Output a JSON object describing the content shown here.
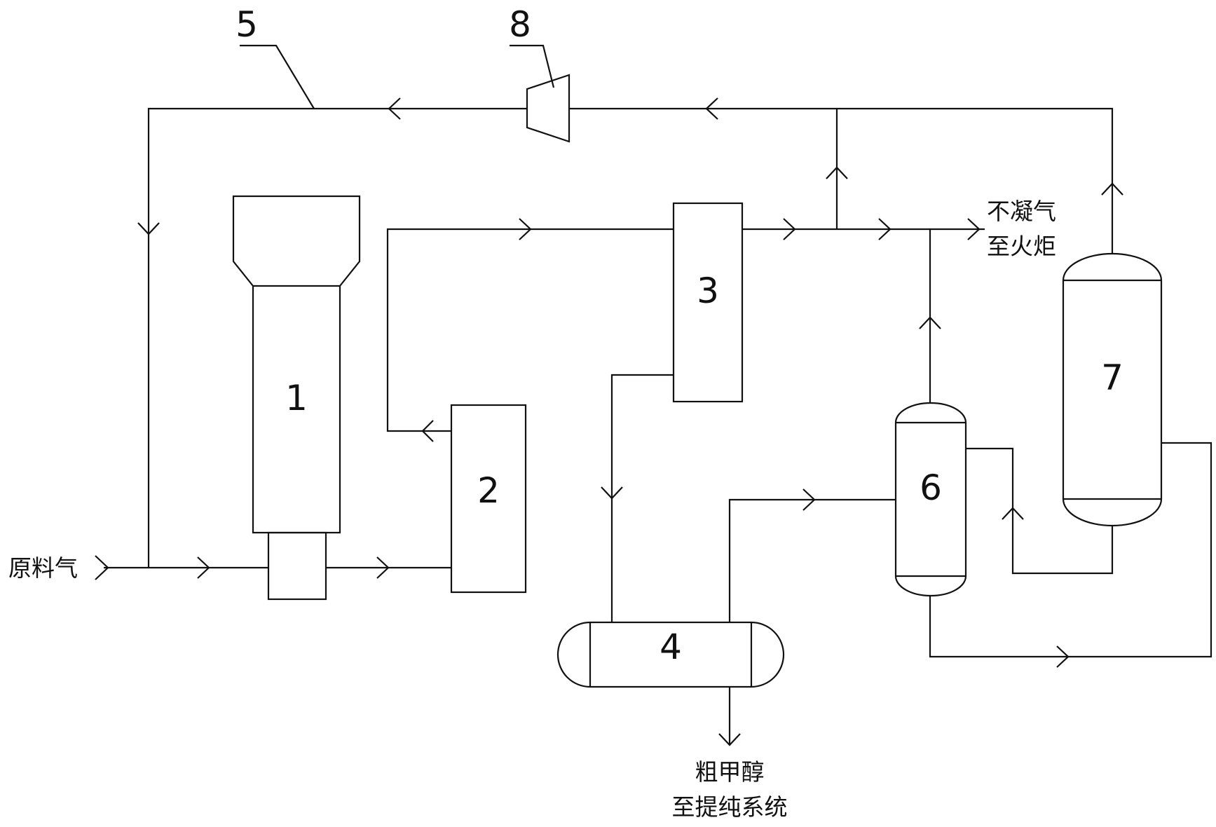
{
  "equipment_labels": {
    "unit_1": "1",
    "unit_2": "2",
    "unit_3": "3",
    "unit_4": "4",
    "unit_5": "5",
    "unit_6": "6",
    "unit_7": "7",
    "unit_8": "8"
  },
  "stream_labels": {
    "feed_gas": "原料气",
    "vent_line_1": "不凝气",
    "vent_line_2": "至火炬",
    "product_line_1": "粗甲醇",
    "product_line_2": "至提纯系统"
  },
  "colors": {
    "line": "#111111",
    "background": "#ffffff"
  }
}
